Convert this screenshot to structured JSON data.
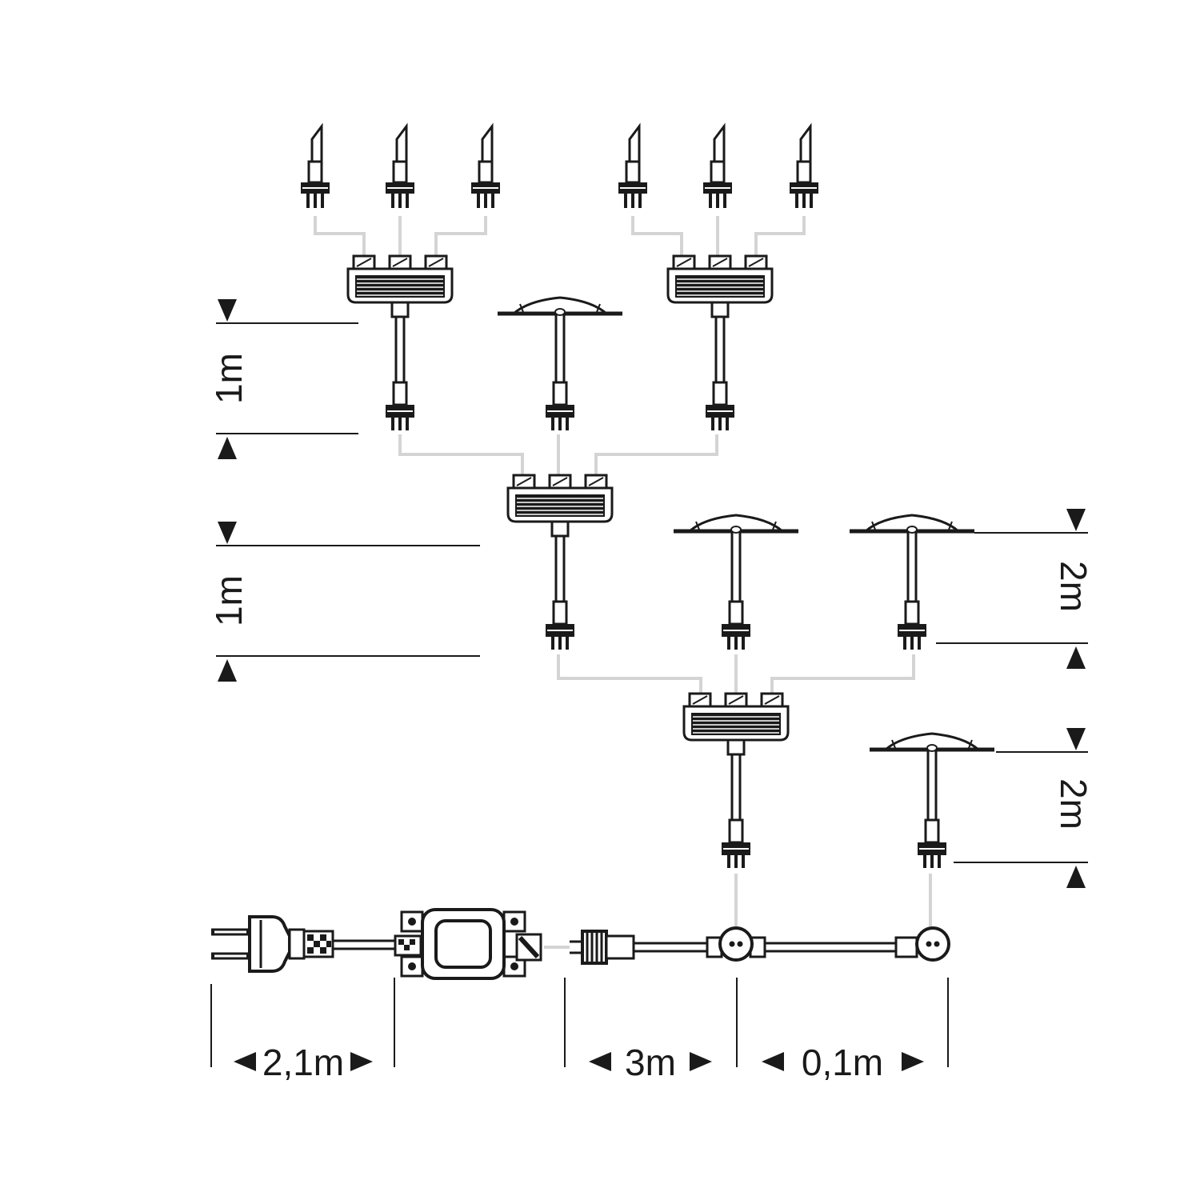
{
  "dimensions": {
    "left_top": "1m",
    "left_middle": "1m",
    "right_upper": "2m",
    "right_lower": "2m",
    "bottom_power_cable": "2,1m",
    "bottom_supply_lead": "3m",
    "bottom_connector_lead": "0,1m"
  },
  "colors": {
    "outline": "#1a1a1a",
    "cable": "#d4d4d4",
    "background": "#ffffff"
  }
}
